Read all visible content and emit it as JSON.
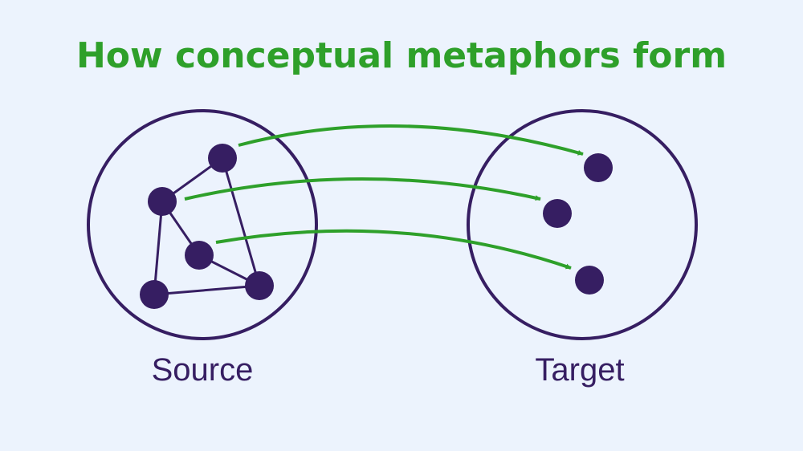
{
  "diagram": {
    "title": "How conceptual metaphors form",
    "domains": {
      "source": {
        "label": "Source"
      },
      "target": {
        "label": "Target"
      }
    },
    "colors": {
      "background": "#ecf3fd",
      "title": "#2ea02a",
      "ink": "#361e62",
      "arrow": "#2ea02a"
    },
    "source_nodes": [
      "s1",
      "s2",
      "s3",
      "s4",
      "s5"
    ],
    "target_nodes": [
      "t1",
      "t2",
      "t3"
    ],
    "source_edges": [
      [
        "s1",
        "s2"
      ],
      [
        "s2",
        "s3"
      ],
      [
        "s2",
        "s5"
      ],
      [
        "s1",
        "s4"
      ],
      [
        "s3",
        "s4"
      ],
      [
        "s5",
        "s4"
      ]
    ],
    "mappings": [
      [
        "s1",
        "t1"
      ],
      [
        "s2",
        "t2"
      ],
      [
        "s3",
        "t3"
      ]
    ]
  }
}
